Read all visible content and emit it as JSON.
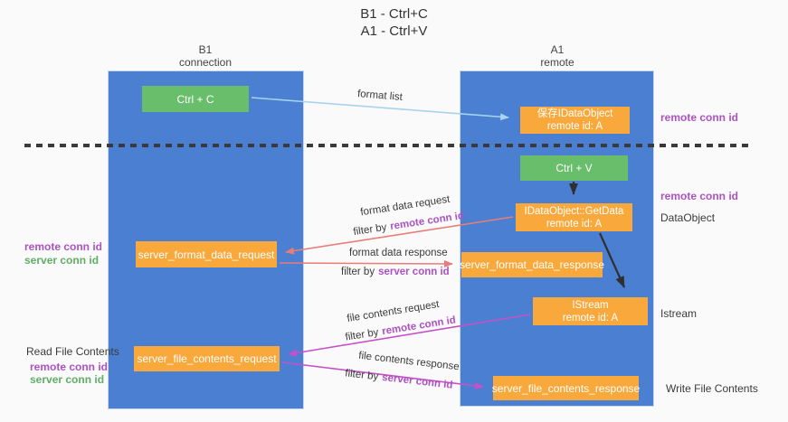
{
  "title": {
    "line1": "B1 - Ctrl+C",
    "line2": "A1 - Ctrl+V"
  },
  "lanes": {
    "left": {
      "title": "B1",
      "subtitle": "connection"
    },
    "right": {
      "title": "A1",
      "subtitle": "remote"
    }
  },
  "nodes": {
    "ctrl_c": {
      "label": "Ctrl + C"
    },
    "ctrl_v": {
      "label": "Ctrl + V"
    },
    "save_dataobject": {
      "line1": "保存IDataObject",
      "line2": "remote id: A"
    },
    "getdata": {
      "line1": "IDataObject::GetData",
      "line2": "remote id: A"
    },
    "istream": {
      "line1": "IStream",
      "line2": "remote id: A"
    },
    "server_format_data_request": {
      "label": "server_format_data_request"
    },
    "server_format_data_response": {
      "label": "server_format_data_response"
    },
    "server_file_contents_request": {
      "label": "server_file_contents_request"
    },
    "server_file_contents_response": {
      "label": "server_file_contents_response"
    }
  },
  "arrow_labels": {
    "format_list": "format list",
    "format_data_request": "format data request",
    "format_data_response": "format data response",
    "file_contents_request": "file contents request",
    "file_contents_response": "file contents response",
    "filter_by": "filter by",
    "remote_conn_id": "remote conn id",
    "server_conn_id": "server conn id"
  },
  "side_labels": {
    "remote_conn_id": "remote conn id",
    "server_conn_id": "server conn id",
    "dataobject": "DataObject",
    "istream": "Istream",
    "read_file_contents": "Read File Contents",
    "write_file_contents": "Write File Contents"
  },
  "colors": {
    "lane_blue": "#4a7fd2",
    "node_green": "#68be6a",
    "node_orange": "#f9a83c",
    "arrow_light_blue": "#a8d2f0",
    "arrow_salmon": "#e87d78",
    "arrow_magenta": "#c750c8",
    "arrow_black": "#303030",
    "text_purple": "#ac52c2",
    "text_green": "#5fae63",
    "text_dark": "#3c3c3c",
    "background": "#fafafa"
  }
}
